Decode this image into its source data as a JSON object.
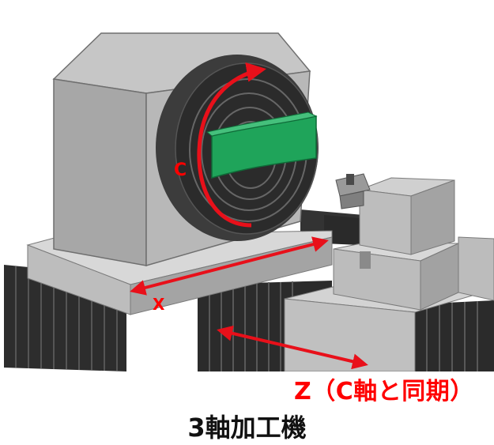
{
  "labels": {
    "c_axis": "C",
    "x_axis": "X",
    "z_caption": "Z（C軸と同期）",
    "title": "3軸加工機"
  },
  "colors": {
    "arrow": "#e8101a",
    "body_light": "#c9c9c9",
    "body_mid": "#a9a9a9",
    "body_dark": "#8e8e8e",
    "bellows": "#2b2b2b",
    "workpiece": "#1fa45a"
  }
}
